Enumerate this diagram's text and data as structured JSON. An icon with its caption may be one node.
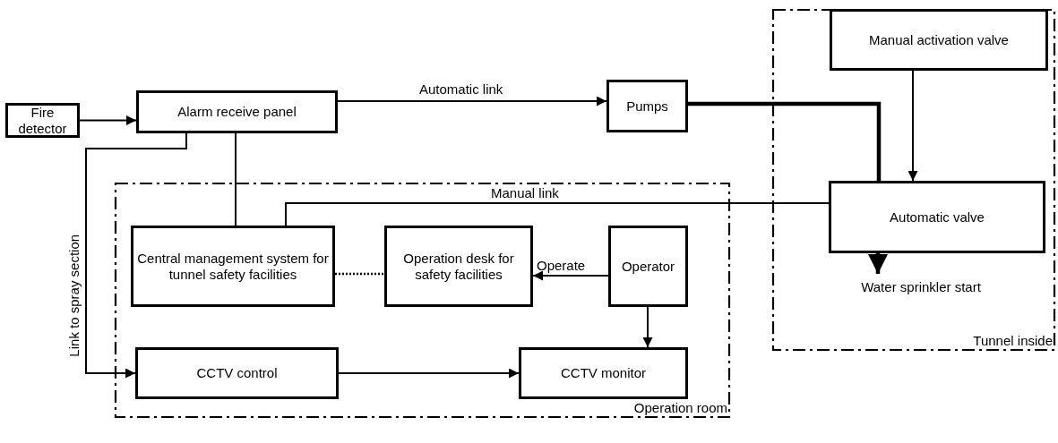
{
  "diagram": {
    "nodes": [
      {
        "text": [
          "Tunnel inside"
        ]
      },
      {
        "text": [
          "Operation room"
        ]
      },
      {
        "text": [
          "Fire detector"
        ]
      },
      {
        "text": [
          "Alarm receive panel"
        ]
      },
      {
        "text": [
          "Pumps"
        ]
      },
      {
        "text": [
          "Manual activation valve"
        ],
        "in": 0
      },
      {
        "text": [
          "Automatic valve"
        ],
        "in": 0
      },
      {
        "text": [
          "Water sprinkler start"
        ],
        "in": 0
      },
      {
        "text": [
          "Central management system for tunnel safety facilities"
        ],
        "in": 1
      },
      {
        "text": [
          "Operation desk for safety facilities"
        ],
        "in": 1
      },
      {
        "text": [
          "Operator"
        ],
        "in": 1
      },
      {
        "text": [
          "CCTV control"
        ],
        "in": 1
      },
      {
        "text": [
          "CCTV monitor"
        ],
        "in": 1
      }
    ],
    "edges": [
      {
        "from": 2,
        "to": 3,
        "arrow": "to"
      },
      {
        "from": 3,
        "to": 4,
        "arrow": "to",
        "label": "Automatic link"
      },
      {
        "from": 4,
        "to": 6,
        "arrow": "none",
        "style": "thick"
      },
      {
        "from": 5,
        "to": 6,
        "arrow": "to"
      },
      {
        "from": 3,
        "to": 8,
        "arrow": "none"
      },
      {
        "from": 8,
        "to": 6,
        "arrow": "none",
        "label": "Manual link"
      },
      {
        "from": 3,
        "to": 11,
        "arrow": "to",
        "label": "Link to spray section"
      },
      {
        "from": 8,
        "to": 9,
        "arrow": "none",
        "style": "dashed"
      },
      {
        "from": 10,
        "to": 9,
        "arrow": "to",
        "label": "Operate"
      },
      {
        "from": 10,
        "to": 12,
        "arrow": "to"
      },
      {
        "from": 11,
        "to": 12,
        "arrow": "to"
      },
      {
        "from": 6,
        "to": 7,
        "arrow": "to",
        "style": "thick"
      }
    ]
  }
}
